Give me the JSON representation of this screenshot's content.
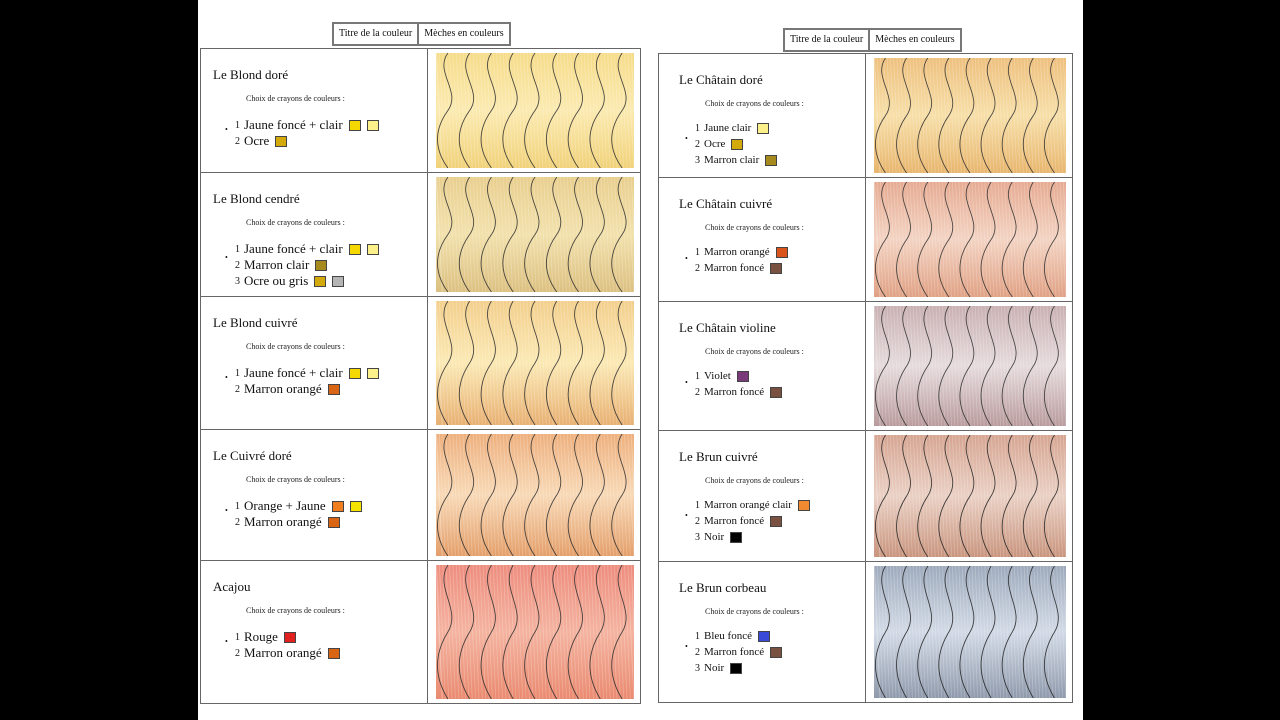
{
  "headers": {
    "left": {
      "title_col": "Titre de la couleur",
      "swatch_col": "Mèches en couleurs"
    },
    "right": {
      "title_col": "Titre de la couleur",
      "swatch_col": "Mèches en couleurs"
    }
  },
  "left_rows": [
    {
      "title": "Le Blond doré",
      "subtitle": "Choix de crayons de couleurs :",
      "items": [
        {
          "num": "1",
          "text": "Jaune foncé + clair",
          "boxes": [
            "#f5d800",
            "#fbf08a"
          ]
        },
        {
          "num": "2",
          "text": "Ocre",
          "boxes": [
            "#d4a90a"
          ]
        }
      ],
      "colors": {
        "top": "#f6dc8a",
        "mid": "#fbeab0",
        "bottom": "#f1d27a",
        "line": "#2b2b2b"
      }
    },
    {
      "title": "Le Blond cendré",
      "subtitle": "Choix de crayons de couleurs :",
      "items": [
        {
          "num": "1",
          "text": "Jaune foncé + clair",
          "boxes": [
            "#f5d800",
            "#fbf08a"
          ]
        },
        {
          "num": "2",
          "text": "Marron clair",
          "boxes": [
            "#a68a1e"
          ]
        },
        {
          "num": "3",
          "text": "Ocre ou gris",
          "boxes": [
            "#d4a90a",
            "#b5b5b5"
          ]
        }
      ],
      "colors": {
        "top": "#e9cf8e",
        "mid": "#f2e1ac",
        "bottom": "#dcc080",
        "line": "#2b2b2b"
      }
    },
    {
      "title": "Le Blond cuivré",
      "subtitle": "Choix de crayons de couleurs :",
      "items": [
        {
          "num": "1",
          "text": "Jaune foncé + clair",
          "boxes": [
            "#f5d800",
            "#fbf08a"
          ]
        },
        {
          "num": "2",
          "text": "Marron orangé",
          "boxes": [
            "#d86414"
          ]
        }
      ],
      "colors": {
        "top": "#f3cf8c",
        "mid": "#fbe9b4",
        "bottom": "#e8b072",
        "line": "#2b2b2b"
      }
    },
    {
      "title": "Le Cuivré doré",
      "subtitle": "Choix de crayons de couleurs :",
      "items": [
        {
          "num": "1",
          "text": "Orange + Jaune",
          "boxes": [
            "#f07d1e",
            "#f5e400"
          ]
        },
        {
          "num": "2",
          "text": "Marron orangé",
          "boxes": [
            "#d86414"
          ]
        }
      ],
      "colors": {
        "top": "#eeb07e",
        "mid": "#f8d9b6",
        "bottom": "#e49f6a",
        "line": "#2b2b2b"
      }
    },
    {
      "title": "Acajou",
      "subtitle": "Choix de crayons de couleurs :",
      "items": [
        {
          "num": "1",
          "text": "Rouge",
          "boxes": [
            "#e12020"
          ]
        },
        {
          "num": "2",
          "text": "Marron orangé",
          "boxes": [
            "#d86414"
          ]
        }
      ],
      "colors": {
        "top": "#ee8d7e",
        "mid": "#f4b39f",
        "bottom": "#ea8a70",
        "line": "#2b2b2b"
      }
    }
  ],
  "right_rows": [
    {
      "title": "Le Châtain doré",
      "subtitle": "Choix de crayons de couleurs :",
      "items": [
        {
          "num": "1",
          "text": "Jaune clair",
          "boxes": [
            "#fbf08a"
          ]
        },
        {
          "num": "2",
          "text": "Ocre",
          "boxes": [
            "#d4a90a"
          ]
        },
        {
          "num": "3",
          "text": "Marron clair",
          "boxes": [
            "#a68a1e"
          ]
        }
      ],
      "colors": {
        "top": "#eec07e",
        "mid": "#f7dfa8",
        "bottom": "#e8b66e",
        "line": "#2b2b2b"
      }
    },
    {
      "title": "Le Châtain cuivré",
      "subtitle": "Choix de crayons de couleurs :",
      "items": [
        {
          "num": "1",
          "text": "Marron orangé",
          "boxes": [
            "#d8541a"
          ]
        },
        {
          "num": "2",
          "text": "Marron foncé",
          "boxes": [
            "#7a5040"
          ]
        }
      ],
      "colors": {
        "top": "#e6ab92",
        "mid": "#f3d3c2",
        "bottom": "#e0a184",
        "line": "#2b2b2b"
      }
    },
    {
      "title": "Le Châtain violine",
      "subtitle": "Choix de crayons de couleurs :",
      "items": [
        {
          "num": "1",
          "text": "Violet",
          "boxes": [
            "#7a3a7a"
          ]
        },
        {
          "num": "2",
          "text": "Marron foncé",
          "boxes": [
            "#7a5040"
          ]
        }
      ],
      "colors": {
        "top": "#c9b0b2",
        "mid": "#e6dbdc",
        "bottom": "#b99b9d",
        "line": "#2b2b2b"
      }
    },
    {
      "title": "Le Brun cuivré",
      "subtitle": "Choix de crayons de couleurs :",
      "items": [
        {
          "num": "1",
          "text": "Marron orangé clair",
          "boxes": [
            "#f08a30"
          ]
        },
        {
          "num": "2",
          "text": "Marron foncé",
          "boxes": [
            "#7a5040"
          ]
        },
        {
          "num": "3",
          "text": "Noir",
          "boxes": [
            "#000000"
          ]
        }
      ],
      "colors": {
        "top": "#d6a592",
        "mid": "#ead0c4",
        "bottom": "#c9957e",
        "line": "#1e1e1e"
      }
    },
    {
      "title": "Le Brun corbeau",
      "subtitle": "Choix de crayons de couleurs :",
      "items": [
        {
          "num": "1",
          "text": "Bleu foncé",
          "boxes": [
            "#3a4ad8"
          ]
        },
        {
          "num": "2",
          "text": "Marron foncé",
          "boxes": [
            "#7a5040"
          ]
        },
        {
          "num": "3",
          "text": "Noir",
          "boxes": [
            "#000000"
          ]
        }
      ],
      "colors": {
        "top": "#9eaabc",
        "mid": "#d2dae6",
        "bottom": "#8f9aac",
        "line": "#1e1e1e"
      }
    }
  ]
}
